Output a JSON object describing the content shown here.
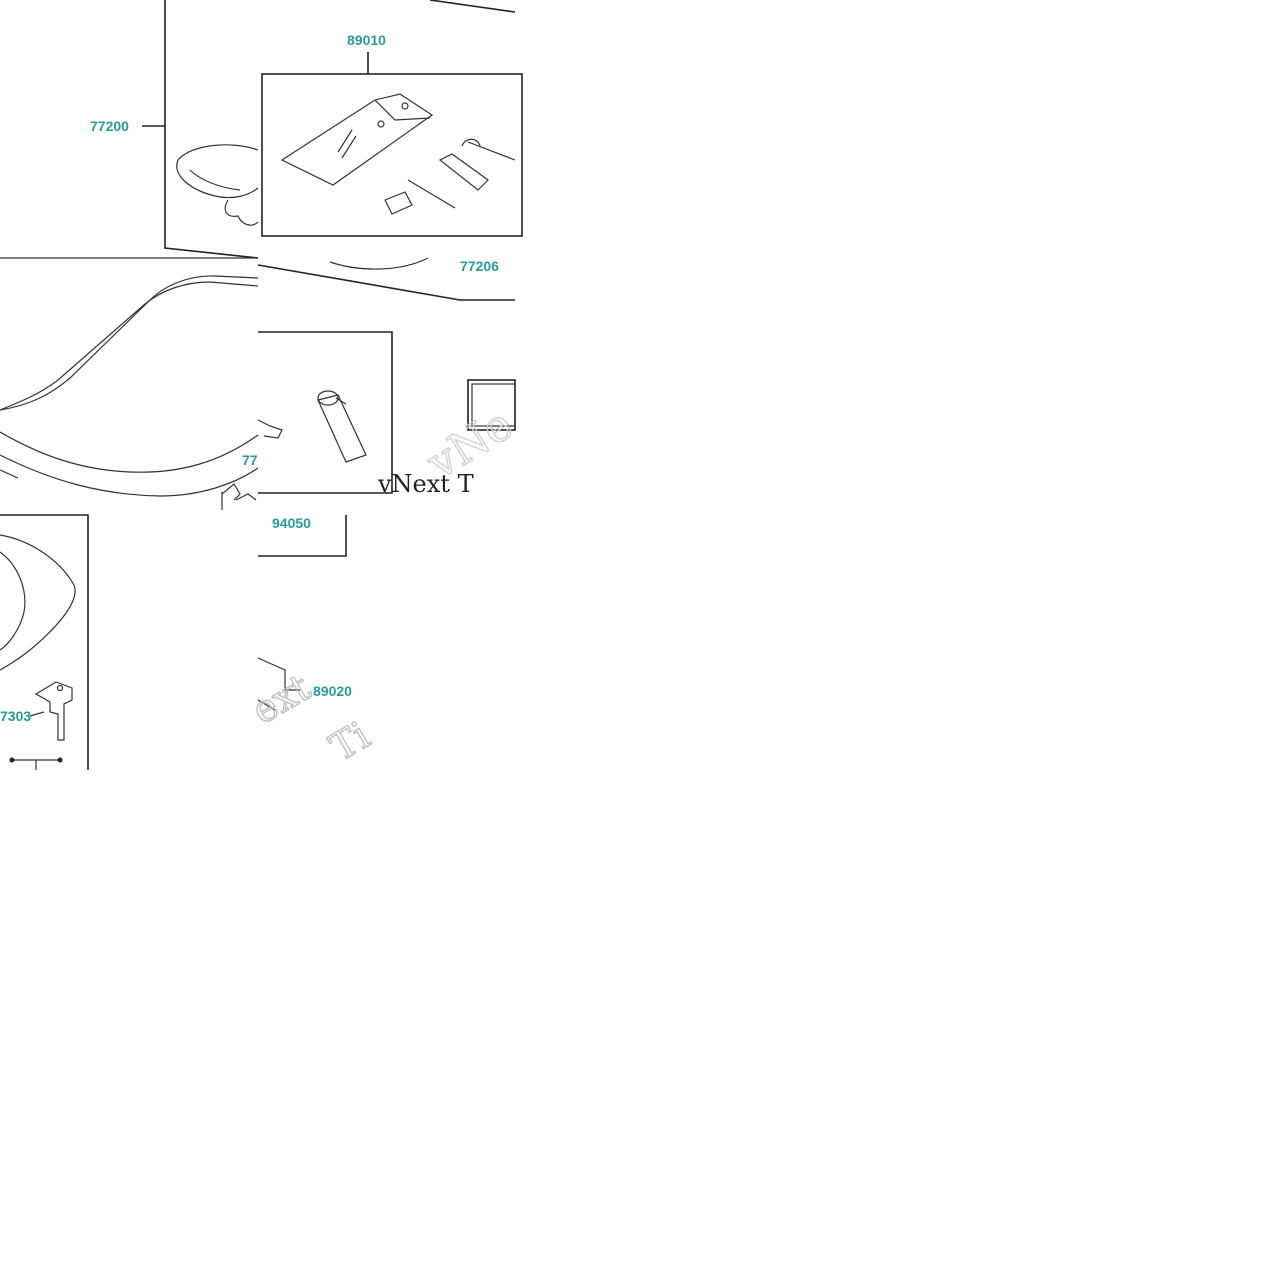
{
  "diagram": {
    "part_labels": {
      "p77200": "77200",
      "p89010": "89010",
      "p77206": "77206",
      "p94050": "94050",
      "p89020": "89020",
      "p77303_partial": "7303",
      "p77_partial": "77"
    },
    "watermarks": {
      "wm1": "vNext T",
      "wm2": "vNe",
      "wm3": "ext",
      "wm4": "Ti"
    },
    "colors": {
      "label": "#2a9a9a",
      "ink": "#222222",
      "background": "#ffffff"
    }
  }
}
